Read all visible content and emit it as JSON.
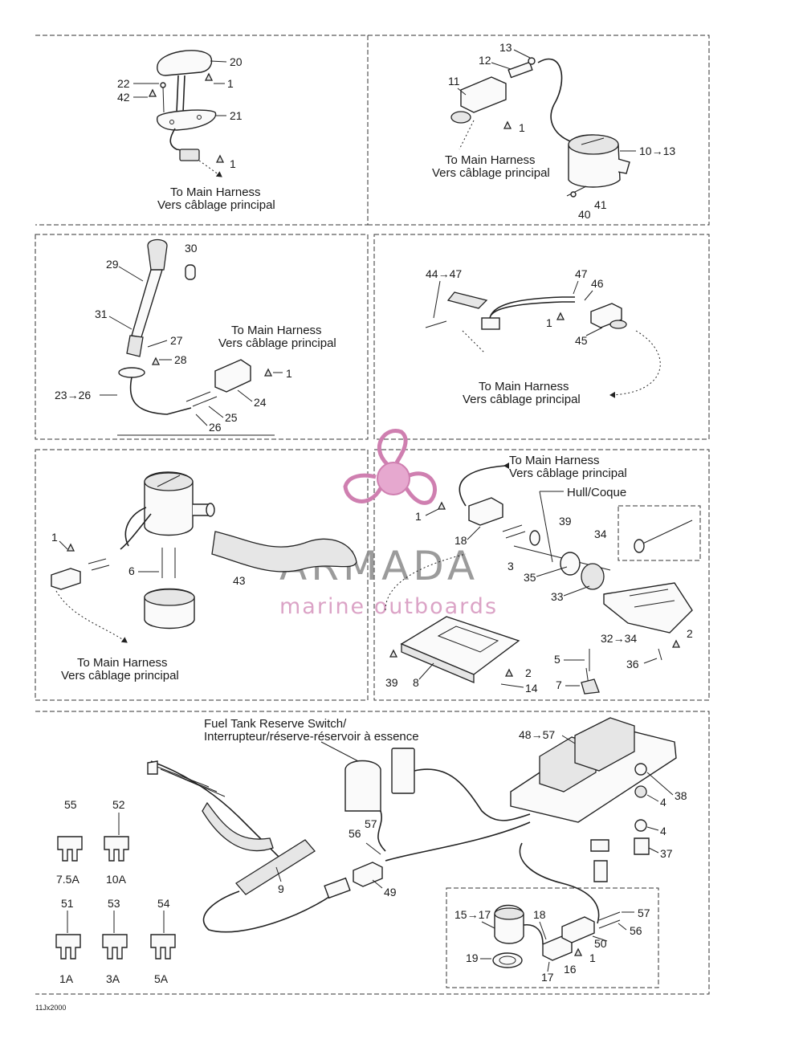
{
  "drawing_code": "11Jx2000",
  "watermark": {
    "brand": "ARMADA",
    "tagline": "marine outboards",
    "logo_color": "#e6a8cf",
    "text_color": "#8a8a8a"
  },
  "harness_note": {
    "en": "To Main Harness",
    "fr": "Vers câblage principal"
  },
  "panel_top_left": {
    "l20": "20",
    "l1a": "1",
    "l22": "22",
    "l42": "42",
    "l21": "21",
    "l1b": "1"
  },
  "panel_top_right": {
    "l13": "13",
    "l12": "12",
    "l11": "11",
    "l1": "1",
    "l10_13": "10→13",
    "l41": "41",
    "l40": "40"
  },
  "panel_mid_left": {
    "l29": "29",
    "l30": "30",
    "l31": "31",
    "l27": "27",
    "l28": "28",
    "l1": "1",
    "l23_26": "23→26",
    "l24": "24",
    "l25": "25",
    "l26": "26"
  },
  "panel_mid_right": {
    "l44_47": "44→47",
    "l47": "47",
    "l46": "46",
    "l1": "1",
    "l45": "45"
  },
  "panel_low_left": {
    "l1": "1",
    "l6": "6",
    "l43": "43"
  },
  "panel_low_right": {
    "hull": "Hull/Coque",
    "l1": "1",
    "l18": "18",
    "l39a": "39",
    "l34": "34",
    "l3": "3",
    "l35": "35",
    "l33": "33",
    "l32_34": "32→34",
    "l2a": "2",
    "l36": "36",
    "l5": "5",
    "l7": "7",
    "l2b": "2",
    "l14": "14",
    "l39b": "39",
    "l8": "8"
  },
  "panel_bottom": {
    "switch_en": "Fuel Tank Reserve Switch/",
    "switch_fr": "Interrupteur/réserve-réservoir à essence",
    "l48_57": "48→57",
    "l38": "38",
    "l4a": "4",
    "l4b": "4",
    "l37": "37",
    "l57a": "57",
    "l56a": "56",
    "l49": "49",
    "l9": "9",
    "l15_17": "15→17",
    "l18": "18",
    "l19": "19",
    "l17": "17",
    "l16": "16",
    "l1": "1",
    "l50": "50",
    "l57b": "57",
    "l56b": "56",
    "fuses": [
      {
        "num": "55",
        "rating": "7.5A"
      },
      {
        "num": "52",
        "rating": "10A"
      },
      {
        "num": "51",
        "rating": "1A"
      },
      {
        "num": "53",
        "rating": "3A"
      },
      {
        "num": "54",
        "rating": "5A"
      }
    ]
  }
}
